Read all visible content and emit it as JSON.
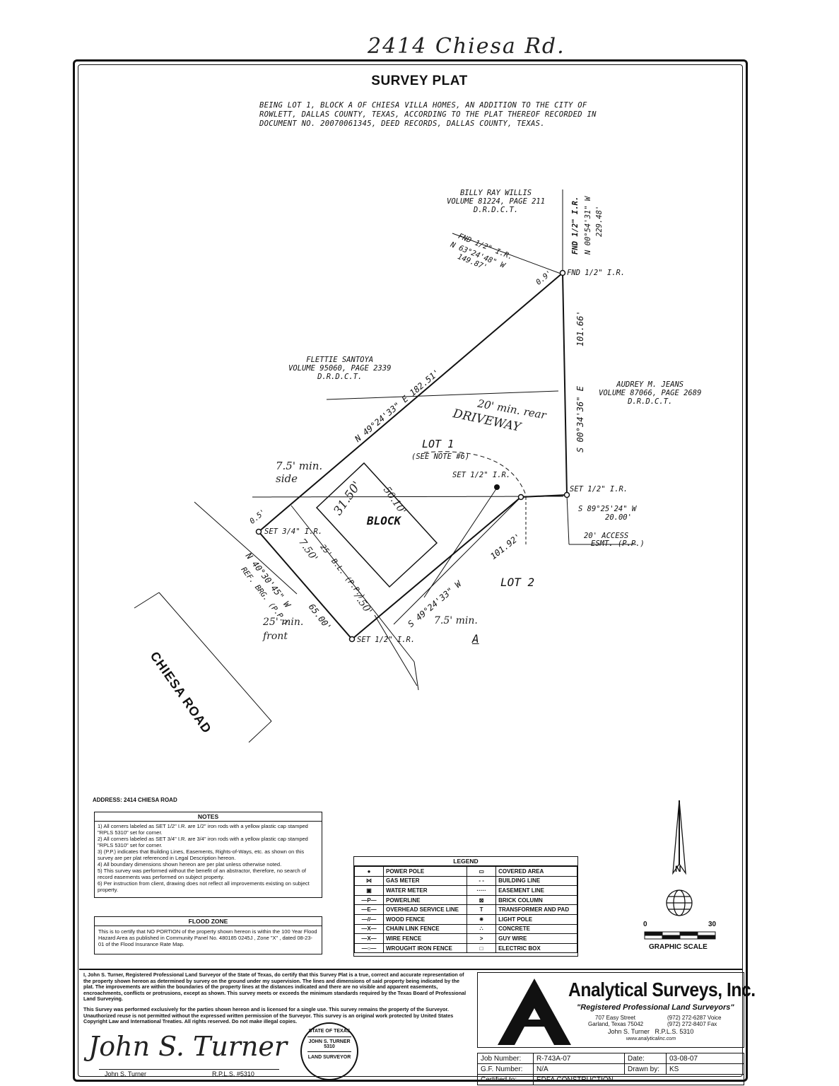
{
  "handwritten_header": "2414 Chiesa Rd.",
  "title": "SURVEY PLAT",
  "legal_description": "BEING LOT 1, BLOCK A OF CHIESA VILLA HOMES, AN ADDITION TO THE CITY OF ROWLETT, DALLAS COUNTY, TEXAS, ACCORDING TO THE PLAT THEREOF RECORDED IN DOCUMENT NO. 20070061345, DEED RECORDS, DALLAS COUNTY, TEXAS.",
  "neighbors": {
    "willis": [
      "BILLY RAY WILLIS",
      "VOLUME 81224, PAGE 211",
      "D.R.D.C.T."
    ],
    "santoya": [
      "FLETTIE SANTOYA",
      "VOLUME 95060, PAGE 2339",
      "D.R.D.C.T."
    ],
    "jeans": [
      "AUDREY M. JEANS",
      "VOLUME 87066, PAGE 2689",
      "D.R.D.C.T."
    ]
  },
  "plat_labels": {
    "fnd_ir_top": "FND 1/2\" I.R.",
    "fnd_ir_mid": "FND 1/2\" I.R.",
    "n_bearing_top": "N 00°54'31\" W",
    "n_dist_top": "229.48'",
    "nw_bearing": "N 63°24'48\" W",
    "nw_dist": "149.87'",
    "gap_09": "0.9'",
    "east_dist": "101.66'",
    "east_bearing": "S 00°34'36\" E",
    "north_line": "N 49°24'33\" E   182.51'",
    "lot1": "LOT 1",
    "see_note": "(SEE NOTE #6)",
    "set_ir_a": "SET 1/2\" I.R.",
    "set_ir_b": "SET 1/2\" I.R.",
    "set_ir_c": "SET 1/2\" I.R.",
    "s89": "S 89°25'24\" W",
    "d20": "20.00'",
    "access": "20' ACCESS",
    "esmt": "ESMT. (P.P.)",
    "d10192": "101.92'",
    "s49": "S 49°24'33\" W",
    "lot2": "LOT 2",
    "block_a": "A",
    "block": "BLOCK",
    "set_34": "SET 3/4\" I.R.",
    "bl25": "25' B.L. (P.P.)",
    "gap_05": "0.5'",
    "n40": "N 40°30'45\" W",
    "ref_brg": "REF. BRG. (P.P.)",
    "d65": "65.00'",
    "road": "CHIESA ROAD",
    "graphic_scale": "GRAPHIC SCALE",
    "scale_0": "0",
    "scale_30": "30",
    "north": "N"
  },
  "handwritten": {
    "rear": "20' min. rear",
    "driveway": "DRIVEWAY",
    "side": "7.5' min. side",
    "d3150": "31.50'",
    "d5010": "50.10'",
    "d750a": "7.50'",
    "d750b": "7.50'",
    "side2": "7.5' min.",
    "front": "25' min. front"
  },
  "address": "ADDRESS: 2414 CHIESA ROAD",
  "notes": {
    "header": "NOTES",
    "items": [
      "1) All corners labeled as SET 1/2\" I.R. are 1/2\" iron rods with a yellow plastic cap stamped \"RPLS 5310\" set for corner.",
      "2) All corners labeled as SET 3/4\" I.R. are 3/4\" iron rods with a yellow plastic cap stamped \"RPLS 5310\" set for corner.",
      "3) (P.P.) indicates that Building Lines, Easements, Rights-of-Ways, etc. as shown on this survey are per plat referenced in Legal Description hereon.",
      "4) All boundary dimensions shown hereon are per plat unless otherwise noted.",
      "5) This survey was performed without the benefit of an abstractor, therefore, no search of record easements was performed on subject property.",
      "6) Per instruction from client, drawing does not reflect all improvements existing on subject property."
    ]
  },
  "flood": {
    "header": "FLOOD ZONE",
    "text": "This is to certify that NO PORTION of the property shown hereon is within the 100 Year Flood Hazard Area as published in Community Panel No. 480185 0245J , Zone \"X\" , dated 08-23-01 of the Flood Insurance Rate Map."
  },
  "legend": {
    "header": "LEGEND",
    "left": [
      {
        "sym": "●",
        "label": "POWER POLE"
      },
      {
        "sym": "⋈",
        "label": "GAS METER"
      },
      {
        "sym": "▣",
        "label": "WATER METER"
      },
      {
        "sym": "—P—",
        "label": "POWERLINE"
      },
      {
        "sym": "—E—",
        "label": "OVERHEAD SERVICE LINE"
      },
      {
        "sym": "—//—",
        "label": "WOOD FENCE"
      },
      {
        "sym": "—X—",
        "label": "CHAIN LINK FENCE"
      },
      {
        "sym": "—X—",
        "label": "WIRE FENCE"
      },
      {
        "sym": "—○—",
        "label": "WROUGHT IRON FENCE"
      }
    ],
    "right": [
      {
        "sym": "▭",
        "label": "COVERED AREA"
      },
      {
        "sym": "- -",
        "label": "BUILDING LINE"
      },
      {
        "sym": "·····",
        "label": "EASEMENT LINE"
      },
      {
        "sym": "⊠",
        "label": "BRICK COLUMN"
      },
      {
        "sym": "T",
        "label": "TRANSFORMER AND PAD"
      },
      {
        "sym": "✷",
        "label": "LIGHT POLE"
      },
      {
        "sym": "∴",
        "label": "CONCRETE"
      },
      {
        "sym": ">",
        "label": "GUY WIRE"
      },
      {
        "sym": "□",
        "label": "ELECTRIC BOX"
      }
    ]
  },
  "certification": {
    "p1": "I, John S. Turner, Registered Professional Land Surveyor of the State of Texas, do certify that this Survey Plat is a true, correct and accurate representation of the property shown hereon as determined by survey on the ground under my supervision. The lines and dimensions of said property being indicated by the plat. The improvements are within the boundaries of the property lines at the distances indicated and there are no visible and apparent easements, encroachments, conflicts or protrusions, except as shown. This survey meets or exceeds the minimum standards required by the Texas Board of Professional Land Surveying.",
    "p2": "This Survey was performed exclusively for the parties shown hereon and is licensed for a single use. This survey remains the property of the Surveyor. Unauthorized reuse is not permitted without the expressed written permission of the Surveyor. This survey is an original work protected by United States Copyright Law and International Treaties. All rights reserved. Do not make illegal copies.",
    "signature": "John S. Turner",
    "name": "John S. Turner",
    "rpls": "R.P.L.S. #5310"
  },
  "seal": {
    "top": "STATE OF TEXAS",
    "mid1": "JOHN S. TURNER",
    "mid2": "5310",
    "bottom": "LAND SURVEYOR"
  },
  "company": {
    "name": "Analytical Surveys, Inc.",
    "tagline": "\"Registered Professional Land Surveyors\"",
    "street": "707 Easy Street",
    "city": "Garland, Texas 75042",
    "voice": "(972) 272-6287 Voice",
    "fax": "(972) 272-8407 Fax",
    "surveyor": "John S. Turner   R.P.L.S. 5310",
    "web": "www.analyticalinc.com"
  },
  "job_info": {
    "job_label": "Job Number:",
    "job_value": "R-743A-07",
    "date_label": "Date:",
    "date_value": "03-08-07",
    "gf_label": "G.F. Number:",
    "gf_value": "N/A",
    "drawn_label": "Drawn by:",
    "drawn_value": "KS",
    "cert_label": "Certified to:",
    "cert_value": "EDFA CONSTRUCTION"
  }
}
